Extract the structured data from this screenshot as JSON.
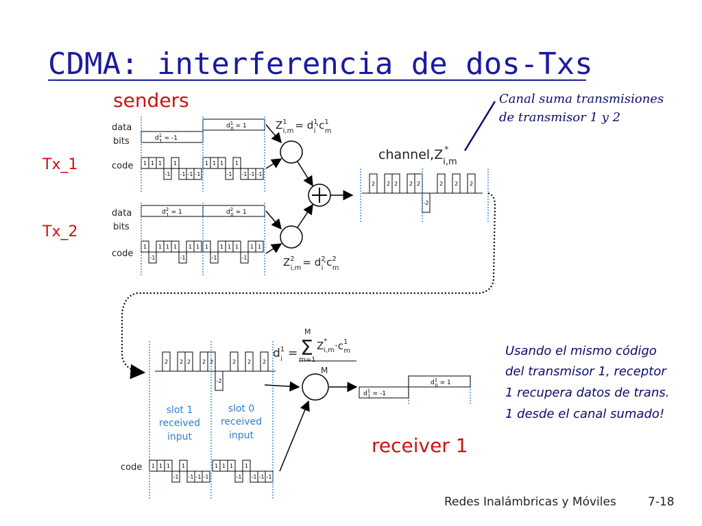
{
  "slide": {
    "title": "CDMA: interferencia de dos-Txs",
    "senders": "senders",
    "receiver": "receiver 1",
    "tx1": "Tx_1",
    "tx2": "Tx_2",
    "label_data": "data",
    "label_bits": "bits",
    "label_code": "code",
    "channel": "channel,",
    "note_top_line1": "Canal suma transmisiones",
    "note_top_line2": "de transmisor 1 y 2",
    "note_bottom_lines": [
      "Usando el mismo código",
      "del transmisor 1, receptor",
      "1 recupera datos de trans.",
      "1 desde el canal sumado!"
    ],
    "slot1": [
      "slot 1",
      "received",
      "input"
    ],
    "slot0": [
      "slot 0",
      "received",
      "input"
    ],
    "footer": "Redes Inalámbricas y Móviles",
    "page": "7-18",
    "M_top": "M",
    "M_bottom": "M",
    "m_eq_1": "m=1"
  },
  "colors": {
    "title": "#1a1aa0",
    "red": "#cc1111",
    "tick": "#2a7fd4",
    "navy": "#0a0a6e",
    "blue_text": "#2a7fd4"
  },
  "waveforms": {
    "tx1": {
      "bits": [
        {
          "label_main": "d",
          "sub": "1",
          "sup": "1",
          "value": "= -1"
        },
        {
          "label_main": "d",
          "sub": "0",
          "sup": "1",
          "value": "= 1"
        }
      ],
      "bit_values": [
        -1,
        1
      ],
      "chips": [
        1,
        1,
        1,
        -1,
        1,
        -1,
        -1,
        -1
      ]
    },
    "tx2": {
      "bits": [
        {
          "label_main": "d",
          "sub": "1",
          "sup": "2",
          "value": "= 1"
        },
        {
          "label_main": "d",
          "sub": "0",
          "sup": "2",
          "value": "= 1"
        }
      ],
      "bit_values": [
        1,
        1
      ],
      "chips": [
        1,
        -1,
        1,
        1,
        1,
        -1,
        1,
        1
      ]
    },
    "channel": {
      "values": [
        0,
        2,
        0,
        2,
        2,
        0,
        2,
        2,
        -2,
        0,
        2,
        0,
        2,
        0,
        2,
        0
      ]
    },
    "receiver_code": {
      "chips": [
        1,
        1,
        1,
        -1,
        1,
        -1,
        -1,
        -1
      ]
    },
    "receiver_out": [
      {
        "label_main": "d",
        "sub": "1",
        "sup": "1",
        "value": "= -1"
      },
      {
        "label_main": "d",
        "sub": "0",
        "sup": "1",
        "value": "= 1"
      }
    ]
  },
  "formulas": {
    "z1": {
      "Z": "Z",
      "sup": "1",
      "sub": "i,m",
      "eq": "= d",
      "dsup": "1",
      "dsub": "i",
      "dot": "·c",
      "csup": "1",
      "csub": "m"
    },
    "z2": {
      "Z": "Z",
      "sup": "2",
      "sub": "i,m",
      "eq": "= d",
      "dsup": "2",
      "dsub": "i",
      "dot": "·c",
      "csup": "2",
      "csub": "m"
    },
    "channel_z": {
      "Z": "Z",
      "star": "*",
      "sub": "i,m"
    },
    "decode": {
      "d": "d",
      "dsup": "1",
      "dsub": "i",
      "eq": "=",
      "sum": "Σ",
      "Z": "Z",
      "star": "*",
      "zsub": "i,m",
      "dot": "·c",
      "csup": "1",
      "csub": "m"
    }
  },
  "icons": {
    "multiplier_1": "circle",
    "multiplier_2": "circle",
    "adder": "plus-circle",
    "receiver_multiplier": "circle"
  }
}
